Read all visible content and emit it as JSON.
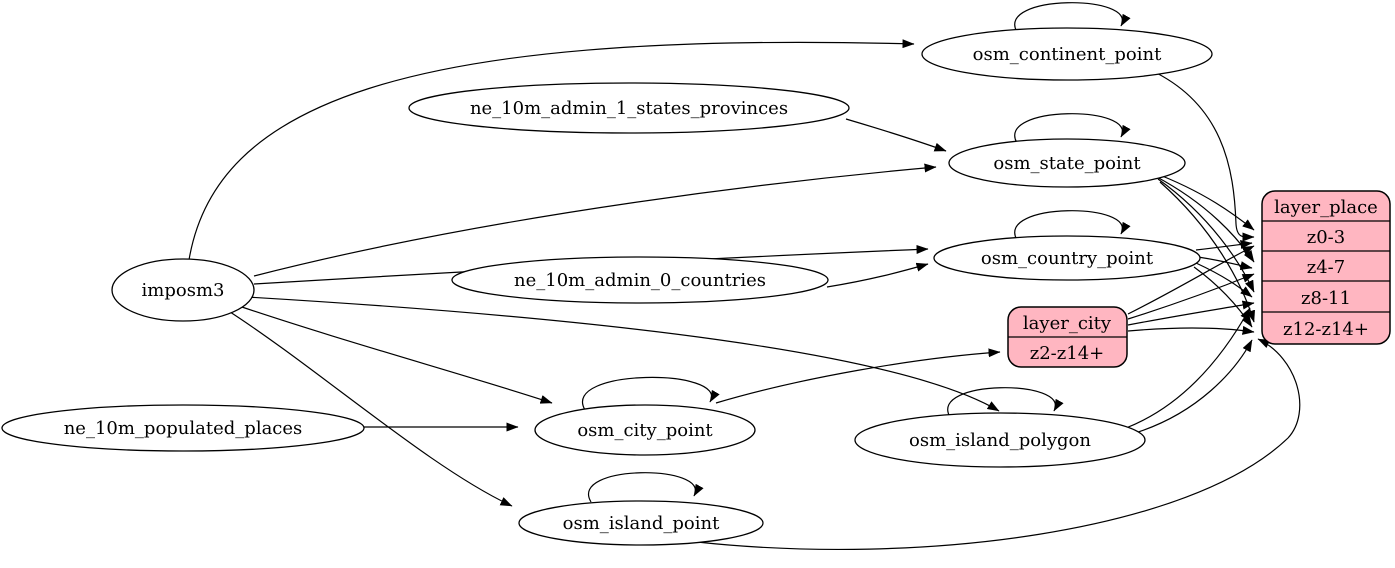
{
  "diagram": {
    "kind": "etl-graph",
    "colors": {
      "layer_fill": "#ffb6c1",
      "table_fill": "#ffffff",
      "stroke": "#000000",
      "background": "#ffffff"
    }
  },
  "nodes": {
    "imposm3": {
      "label": "imposm3"
    },
    "ne_10m_admin_1_states_provinces": {
      "label": "ne_10m_admin_1_states_provinces"
    },
    "ne_10m_admin_0_countries": {
      "label": "ne_10m_admin_0_countries"
    },
    "ne_10m_populated_places": {
      "label": "ne_10m_populated_places"
    },
    "osm_continent_point": {
      "label": "osm_continent_point"
    },
    "osm_state_point": {
      "label": "osm_state_point"
    },
    "osm_country_point": {
      "label": "osm_country_point"
    },
    "osm_city_point": {
      "label": "osm_city_point"
    },
    "osm_island_polygon": {
      "label": "osm_island_polygon"
    },
    "osm_island_point": {
      "label": "osm_island_point"
    }
  },
  "layers": {
    "layer_place": {
      "title": "layer_place",
      "zooms": [
        "z0-3",
        "z4-7",
        "z8-11",
        "z12-z14+"
      ]
    },
    "layer_city": {
      "title": "layer_city",
      "zooms": [
        "z2-z14+"
      ]
    }
  },
  "edges": [
    {
      "from": "imposm3",
      "to": "osm_continent_point"
    },
    {
      "from": "imposm3",
      "to": "osm_state_point"
    },
    {
      "from": "imposm3",
      "to": "osm_country_point"
    },
    {
      "from": "imposm3",
      "to": "osm_city_point"
    },
    {
      "from": "imposm3",
      "to": "osm_island_polygon"
    },
    {
      "from": "imposm3",
      "to": "osm_island_point"
    },
    {
      "from": "ne_10m_admin_1_states_provinces",
      "to": "osm_state_point"
    },
    {
      "from": "ne_10m_admin_0_countries",
      "to": "osm_country_point"
    },
    {
      "from": "ne_10m_populated_places",
      "to": "osm_city_point"
    },
    {
      "from": "osm_continent_point",
      "to": "osm_continent_point"
    },
    {
      "from": "osm_state_point",
      "to": "osm_state_point"
    },
    {
      "from": "osm_country_point",
      "to": "osm_country_point"
    },
    {
      "from": "osm_city_point",
      "to": "osm_city_point"
    },
    {
      "from": "osm_island_polygon",
      "to": "osm_island_polygon"
    },
    {
      "from": "osm_island_point",
      "to": "osm_island_point"
    },
    {
      "from": "osm_continent_point",
      "to": "layer_place",
      "row": "z0-3"
    },
    {
      "from": "osm_state_point",
      "to": "layer_place",
      "row": "z0-3"
    },
    {
      "from": "osm_state_point",
      "to": "layer_place",
      "row": "z4-7"
    },
    {
      "from": "osm_state_point",
      "to": "layer_place",
      "row": "z8-11"
    },
    {
      "from": "osm_state_point",
      "to": "layer_place",
      "row": "z12-z14+"
    },
    {
      "from": "osm_country_point",
      "to": "layer_place",
      "row": "z0-3"
    },
    {
      "from": "osm_country_point",
      "to": "layer_place",
      "row": "z4-7"
    },
    {
      "from": "osm_country_point",
      "to": "layer_place",
      "row": "z8-11"
    },
    {
      "from": "osm_country_point",
      "to": "layer_place",
      "row": "z12-z14+"
    },
    {
      "from": "osm_island_polygon",
      "to": "layer_place",
      "row": "z8-11"
    },
    {
      "from": "osm_island_polygon",
      "to": "layer_place",
      "row": "z12-z14+"
    },
    {
      "from": "osm_island_point",
      "to": "layer_place",
      "row": "z12-z14+"
    },
    {
      "from": "osm_city_point",
      "to": "layer_city",
      "row": "z2-z14+"
    },
    {
      "from": "layer_city",
      "to": "layer_place",
      "row": "z0-3"
    },
    {
      "from": "layer_city",
      "to": "layer_place",
      "row": "z4-7"
    },
    {
      "from": "layer_city",
      "to": "layer_place",
      "row": "z8-11"
    },
    {
      "from": "layer_city",
      "to": "layer_place",
      "row": "z12-z14+"
    }
  ]
}
